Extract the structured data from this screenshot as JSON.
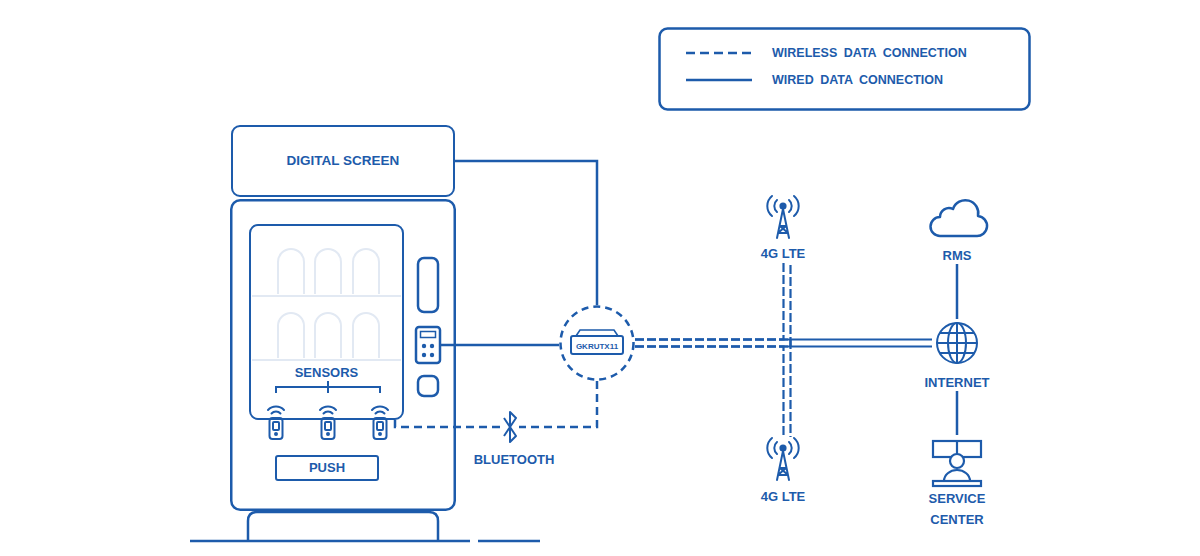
{
  "diagram": {
    "nodes": [
      {
        "text": [
          "DIGITAL SCREEN"
        ]
      },
      {
        "text": [
          "SENSORS"
        ]
      },
      {
        "text": [
          "PUSH"
        ]
      },
      {
        "text": [
          "GKRUTX11"
        ]
      },
      {
        "text": [
          "4G LTE"
        ]
      },
      {
        "text": [
          "4G LTE"
        ]
      },
      {
        "text": [
          "RMS"
        ]
      },
      {
        "text": [
          "INTERNET"
        ]
      },
      {
        "text": [
          "SERVICE CENTER"
        ]
      }
    ],
    "edges": [
      {
        "from": 0,
        "to": 3,
        "arrow": "none"
      },
      {
        "from": 1,
        "to": 3,
        "label": "BLUETOOTH",
        "arrow": "none"
      },
      {
        "from": 3,
        "to": 4,
        "arrow": "none"
      },
      {
        "from": 3,
        "to": 5,
        "arrow": "none"
      },
      {
        "from": 3,
        "to": 7,
        "arrow": "none"
      },
      {
        "from": 6,
        "to": 7,
        "arrow": "none"
      },
      {
        "from": 7,
        "to": 8,
        "arrow": "none"
      }
    ],
    "legend": [
      {
        "text": "WIRELESS DATA CONNECTION"
      },
      {
        "text": "WIRED DATA CONNECTION"
      }
    ]
  }
}
